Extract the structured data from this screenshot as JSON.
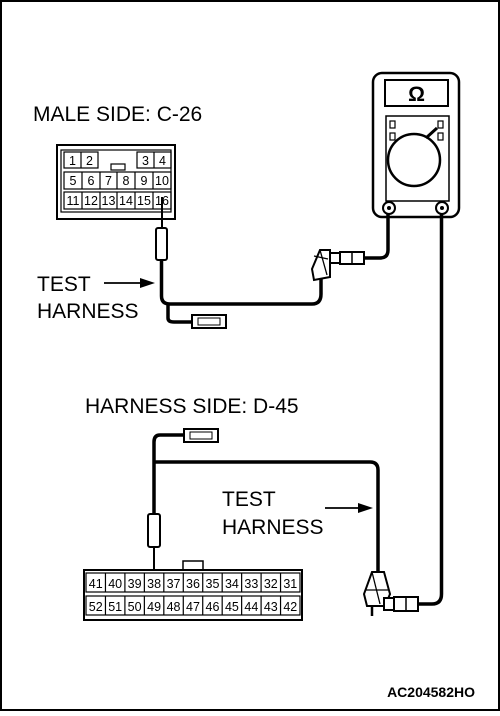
{
  "labels": {
    "male_side": "MALE SIDE: C-26",
    "harness_side": "HARNESS SIDE: D-45",
    "test_1": "TEST",
    "harness_1": "HARNESS",
    "test_2": "TEST",
    "harness_2": "HARNESS",
    "figure_code": "AC204582HO"
  },
  "meter": {
    "symbol": "Ω",
    "icon": "ohmmeter-icon"
  },
  "connector_c26": {
    "rows": [
      [
        "1",
        "2",
        "",
        "3",
        "4"
      ],
      [
        "5",
        "6",
        "7",
        "8",
        "9",
        "10"
      ],
      [
        "11",
        "12",
        "13",
        "14",
        "15",
        "16"
      ]
    ]
  },
  "connector_d45": {
    "rows": [
      [
        "41",
        "40",
        "39",
        "38",
        "37",
        "36",
        "35",
        "34",
        "33",
        "32",
        "31"
      ],
      [
        "52",
        "51",
        "50",
        "49",
        "48",
        "47",
        "46",
        "45",
        "44",
        "43",
        "42"
      ]
    ]
  },
  "colors": {
    "line": "#000000",
    "background": "#ffffff"
  }
}
